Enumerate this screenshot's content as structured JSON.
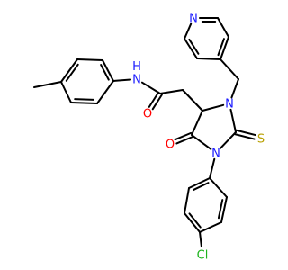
{
  "molecule": {
    "atoms": [
      {
        "id": "ch3",
        "label": "",
        "color": "#000000"
      },
      {
        "id": "t1",
        "label": "",
        "color": "#000000"
      },
      {
        "id": "t2",
        "label": "",
        "color": "#000000"
      },
      {
        "id": "t3",
        "label": "",
        "color": "#000000"
      },
      {
        "id": "t4",
        "label": "",
        "color": "#000000"
      },
      {
        "id": "t5",
        "label": "",
        "color": "#000000"
      },
      {
        "id": "t6",
        "label": "",
        "color": "#000000"
      },
      {
        "id": "n_amide",
        "label": "N",
        "sublabel": "H",
        "color": "#1a1aff"
      },
      {
        "id": "c_amide",
        "label": "",
        "color": "#000000"
      },
      {
        "id": "o_amide",
        "label": "O",
        "color": "#ff0000"
      },
      {
        "id": "ch2",
        "label": "",
        "color": "#000000"
      },
      {
        "id": "c4",
        "label": "",
        "color": "#000000"
      },
      {
        "id": "n3",
        "label": "N",
        "color": "#1a1aff"
      },
      {
        "id": "c2",
        "label": "",
        "color": "#000000"
      },
      {
        "id": "s",
        "label": "S",
        "color": "#b8a000"
      },
      {
        "id": "n1",
        "label": "N",
        "color": "#1a1aff"
      },
      {
        "id": "c5",
        "label": "",
        "color": "#000000"
      },
      {
        "id": "o5",
        "label": "O",
        "color": "#ff0000"
      },
      {
        "id": "ch2b",
        "label": "",
        "color": "#000000"
      },
      {
        "id": "p1",
        "label": "",
        "color": "#000000"
      },
      {
        "id": "p2",
        "label": "",
        "color": "#000000"
      },
      {
        "id": "p3",
        "label": "",
        "color": "#000000"
      },
      {
        "id": "pn",
        "label": "N",
        "color": "#1a1aff"
      },
      {
        "id": "p5",
        "label": "",
        "color": "#000000"
      },
      {
        "id": "p6",
        "label": "",
        "color": "#000000"
      },
      {
        "id": "a1",
        "label": "",
        "color": "#000000"
      },
      {
        "id": "a2",
        "label": "",
        "color": "#000000"
      },
      {
        "id": "a3",
        "label": "",
        "color": "#000000"
      },
      {
        "id": "a4",
        "label": "",
        "color": "#000000"
      },
      {
        "id": "a5",
        "label": "",
        "color": "#000000"
      },
      {
        "id": "a6",
        "label": "",
        "color": "#000000"
      },
      {
        "id": "cl",
        "label": "Cl",
        "color": "#1db31d"
      }
    ],
    "bonds": [
      {
        "a": "ch3",
        "b": "t1",
        "order": 1
      },
      {
        "a": "t1",
        "b": "t2",
        "order": 2
      },
      {
        "a": "t2",
        "b": "t3",
        "order": 1
      },
      {
        "a": "t3",
        "b": "t4",
        "order": 2
      },
      {
        "a": "t4",
        "b": "t5",
        "order": 1
      },
      {
        "a": "t5",
        "b": "t6",
        "order": 2
      },
      {
        "a": "t6",
        "b": "t1",
        "order": 1
      },
      {
        "a": "t4",
        "b": "n_amide",
        "order": 1
      },
      {
        "a": "n_amide",
        "b": "c_amide",
        "order": 1
      },
      {
        "a": "c_amide",
        "b": "o_amide",
        "order": 2
      },
      {
        "a": "c_amide",
        "b": "ch2",
        "order": 1
      },
      {
        "a": "ch2",
        "b": "c4",
        "order": 1
      },
      {
        "a": "c4",
        "b": "n3",
        "order": 1
      },
      {
        "a": "n3",
        "b": "c2",
        "order": 1
      },
      {
        "a": "c2",
        "b": "s",
        "order": 2
      },
      {
        "a": "c2",
        "b": "n1",
        "order": 1
      },
      {
        "a": "n1",
        "b": "c5",
        "order": 1
      },
      {
        "a": "c5",
        "b": "c4",
        "order": 1
      },
      {
        "a": "c5",
        "b": "o5",
        "order": 2
      },
      {
        "a": "n3",
        "b": "ch2b",
        "order": 1
      },
      {
        "a": "ch2b",
        "b": "p1",
        "order": 1
      },
      {
        "a": "p1",
        "b": "p2",
        "order": 2
      },
      {
        "a": "p2",
        "b": "p3",
        "order": 1
      },
      {
        "a": "p3",
        "b": "pn",
        "order": 2
      },
      {
        "a": "pn",
        "b": "p5",
        "order": 1
      },
      {
        "a": "p5",
        "b": "p6",
        "order": 2
      },
      {
        "a": "p6",
        "b": "p1",
        "order": 1
      },
      {
        "a": "n1",
        "b": "a1",
        "order": 1
      },
      {
        "a": "a1",
        "b": "a2",
        "order": 2
      },
      {
        "a": "a2",
        "b": "a3",
        "order": 1
      },
      {
        "a": "a3",
        "b": "a4",
        "order": 2
      },
      {
        "a": "a4",
        "b": "a5",
        "order": 1
      },
      {
        "a": "a5",
        "b": "a6",
        "order": 2
      },
      {
        "a": "a6",
        "b": "a1",
        "order": 1
      },
      {
        "a": "a4",
        "b": "cl",
        "order": 1
      }
    ]
  }
}
